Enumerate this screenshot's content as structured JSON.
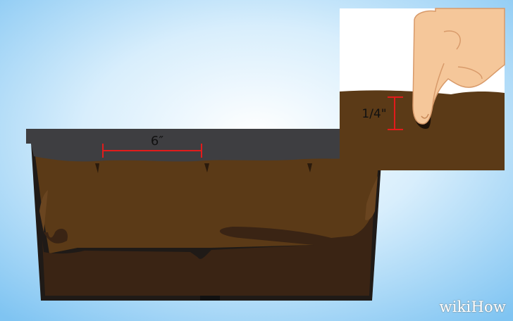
{
  "illustration": {
    "spacing_label": "6″",
    "depth_label": "1/4\"",
    "watermark": "wikiHow",
    "colors": {
      "sky_center": "#ffffff",
      "sky_edge": "#7fc4f2",
      "pot_rim": "#3e3e41",
      "soil_light": "#5b3a17",
      "soil_dark": "#3a2414",
      "measure_line": "#e21b1b",
      "inset_bg": "#ffffff",
      "finger": "#f5c79a"
    },
    "icons": [
      "finger-icon"
    ]
  }
}
